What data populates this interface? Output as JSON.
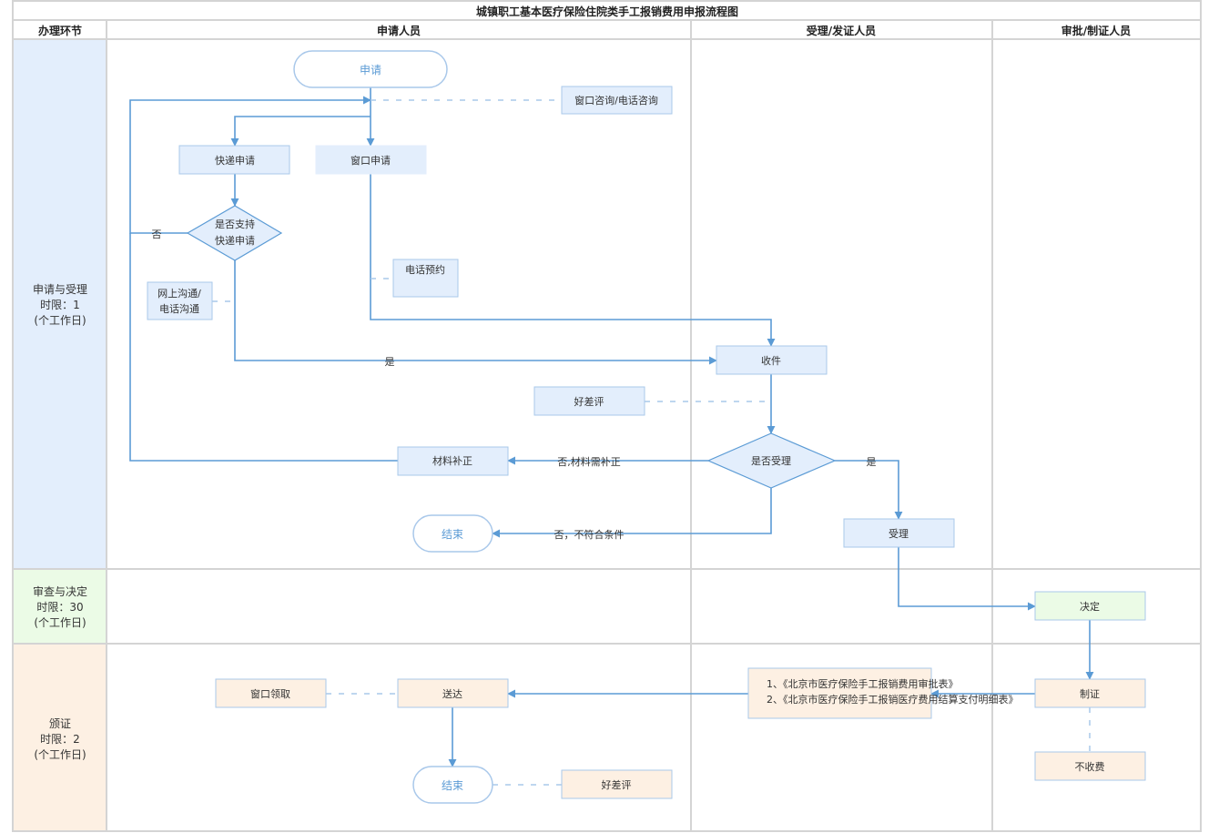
{
  "title": "城镇职工基本医疗保险住院类手工报销费用申报流程图",
  "columns": [
    {
      "id": "stage",
      "label": "办理环节"
    },
    {
      "id": "applicant",
      "label": "申请人员"
    },
    {
      "id": "receiver",
      "label": "受理/发证人员"
    },
    {
      "id": "approver",
      "label": "审批/制证人员"
    }
  ],
  "phases": [
    {
      "id": "apply",
      "lines": [
        "申请与受理",
        "时限：1",
        "(个工作日)"
      ],
      "color": "#e3eefc"
    },
    {
      "id": "review",
      "lines": [
        "审查与决定",
        "时限：30",
        "(个工作日)"
      ],
      "color": "#ebfbe6"
    },
    {
      "id": "issue",
      "lines": [
        "颁证",
        "时限：2",
        "(个工作日)"
      ],
      "color": "#fdf0e3"
    }
  ],
  "colors": {
    "line": "#5b9bd5",
    "node_border": "#a9c8ea",
    "grid": "#d4d4d4",
    "blue_fill": "#e3eefc",
    "green_fill": "#ebfbe6",
    "orange_fill": "#fdf0e3"
  },
  "nodes": {
    "start": {
      "label": "申请"
    },
    "consult": {
      "label": "窗口咨询/电话咨询"
    },
    "express_apply": {
      "label": "快递申请"
    },
    "window_apply": {
      "label": "窗口申请"
    },
    "express_check": {
      "lines": [
        "是否支持",
        "快递申请"
      ]
    },
    "online_comm": {
      "lines": [
        "网上沟通/",
        "电话沟通"
      ]
    },
    "phone_booking": {
      "label": "电话预约"
    },
    "receive": {
      "label": "收件"
    },
    "rating1": {
      "label": "好差评"
    },
    "accept_check": {
      "label": "是否受理"
    },
    "supplement": {
      "label": "材料补正"
    },
    "end1": {
      "label": "结束"
    },
    "accept": {
      "label": "受理"
    },
    "decide": {
      "label": "决定"
    },
    "make_cert": {
      "label": "制证"
    },
    "no_fee": {
      "label": "不收费"
    },
    "docs": {
      "lines": [
        "1、《北京市医疗保险手工报销费用审批表》",
        "2、《北京市医疗保险手工报销医疗费用结算支付明细表》"
      ]
    },
    "deliver": {
      "label": "送达"
    },
    "window_pickup": {
      "label": "窗口领取"
    },
    "end2": {
      "label": "结束"
    },
    "rating2": {
      "label": "好差评"
    }
  },
  "edge_labels": {
    "no_express": "否",
    "yes_express": "是",
    "no_supplement": "否,材料需补正",
    "no_ineligible": "否，不符合条件",
    "yes_accept": "是"
  }
}
